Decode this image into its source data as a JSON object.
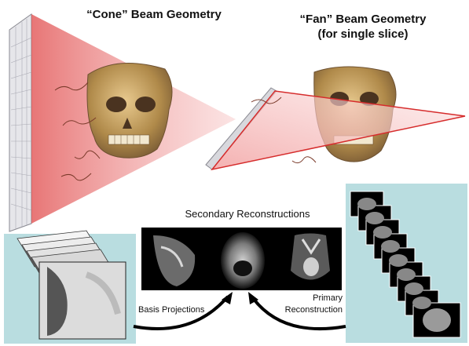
{
  "labels": {
    "cone_title": "“Cone” Beam Geometry",
    "fan_title_line1": "“Fan” Beam Geometry",
    "fan_title_line2": "(for single slice)",
    "secondary": "Secondary Reconstructions",
    "basis": "Basis Projections",
    "primary_line1": "Primary",
    "primary_line2": "Reconstruction"
  },
  "colors": {
    "beam_red": "#e23b3b",
    "panel_teal": "#b9dde0",
    "skull": "#c8a46a",
    "ct_black": "#000000"
  }
}
